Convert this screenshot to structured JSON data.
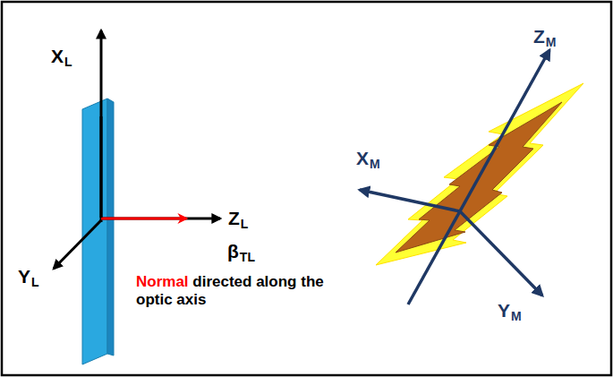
{
  "diagram": {
    "labels": [
      "X",
      "L",
      "Y",
      "L",
      "Z",
      "L",
      "β",
      "TL",
      "Normal",
      "directed along the optic axis",
      "X",
      "M",
      "Z",
      "M",
      "Y",
      "M"
    ]
  }
}
